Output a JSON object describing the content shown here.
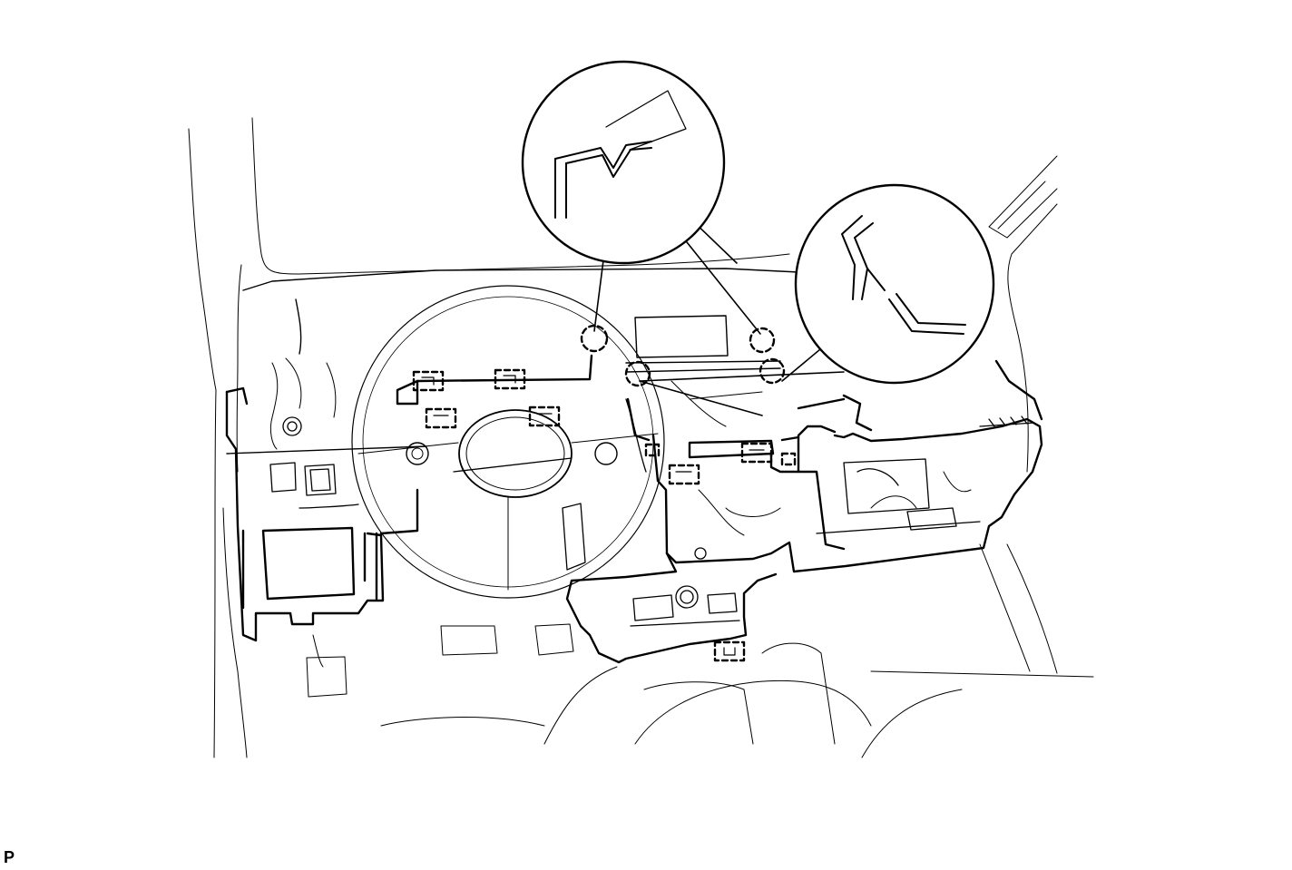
{
  "corner_label": "P",
  "colors": {
    "line": "#000000",
    "background": "#ffffff"
  },
  "callout_count": 2,
  "clip_marker_count": 4,
  "claw_marker_count": 9
}
